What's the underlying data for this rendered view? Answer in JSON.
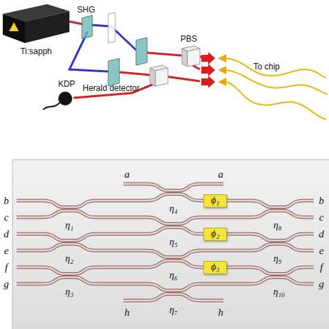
{
  "diagram": {
    "nodes": [
      {
        "text": [
          "ϕ₁"
        ]
      },
      {
        "text": [
          "ϕ₂"
        ]
      },
      {
        "text": [
          "ϕ₃"
        ]
      }
    ],
    "labels": [
      "Ti:sapph",
      "SHG",
      "PBS",
      "KDP",
      "Herald detector",
      "To chip",
      "a",
      "a",
      "b",
      "b",
      "c",
      "c",
      "d",
      "d",
      "e",
      "e",
      "f",
      "f",
      "g",
      "g",
      "h",
      "h",
      "η₁",
      "η₂",
      "η₃",
      "η₄",
      "η₅",
      "η₆",
      "η₇",
      "η₈",
      "η₉",
      "η₁₀"
    ]
  }
}
